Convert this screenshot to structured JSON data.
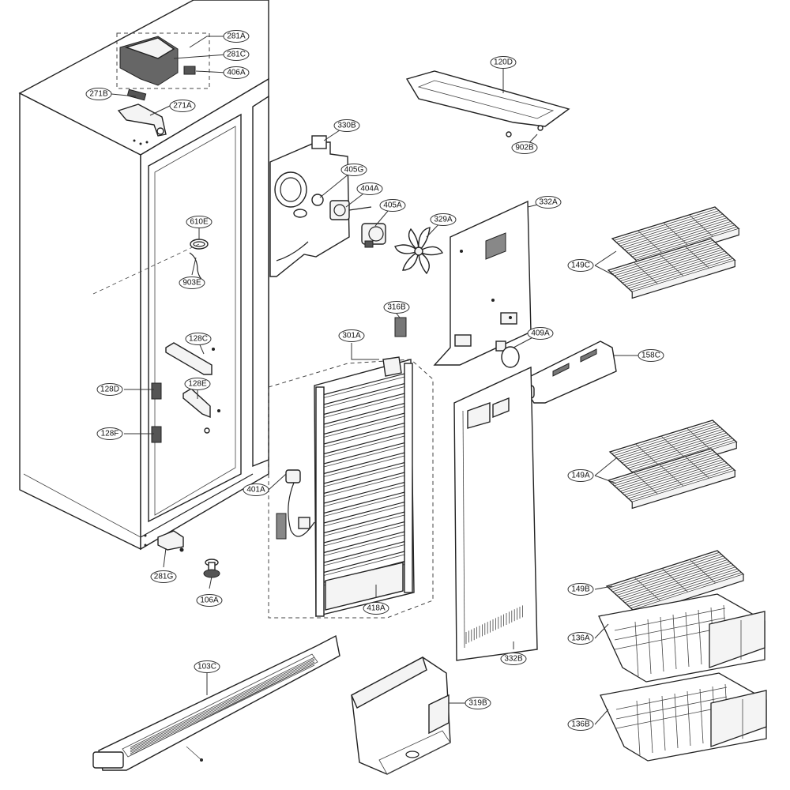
{
  "labels": {
    "l281A": "281A",
    "l281C": "281C",
    "l406A": "406A",
    "l271B": "271B",
    "l271A": "271A",
    "l120D": "120D",
    "l902B": "902B",
    "l330B": "330B",
    "l405G": "405G",
    "l404A": "404A",
    "l405A": "405A",
    "l329A": "329A",
    "l332A": "332A",
    "l610E": "610E",
    "l903E": "903E",
    "l149C": "149C",
    "l316B": "316B",
    "l301A": "301A",
    "l409A": "409A",
    "l158C": "158C",
    "l128C": "128C",
    "l128D": "128D",
    "l128E": "128E",
    "l128F": "128F",
    "l149A": "149A",
    "l401A": "401A",
    "l281G": "281G",
    "l106A": "106A",
    "l418A": "418A",
    "l149B": "149B",
    "l136A": "136A",
    "l332B": "332B",
    "l103C": "103C",
    "l319B": "319B",
    "l136B": "136B"
  }
}
